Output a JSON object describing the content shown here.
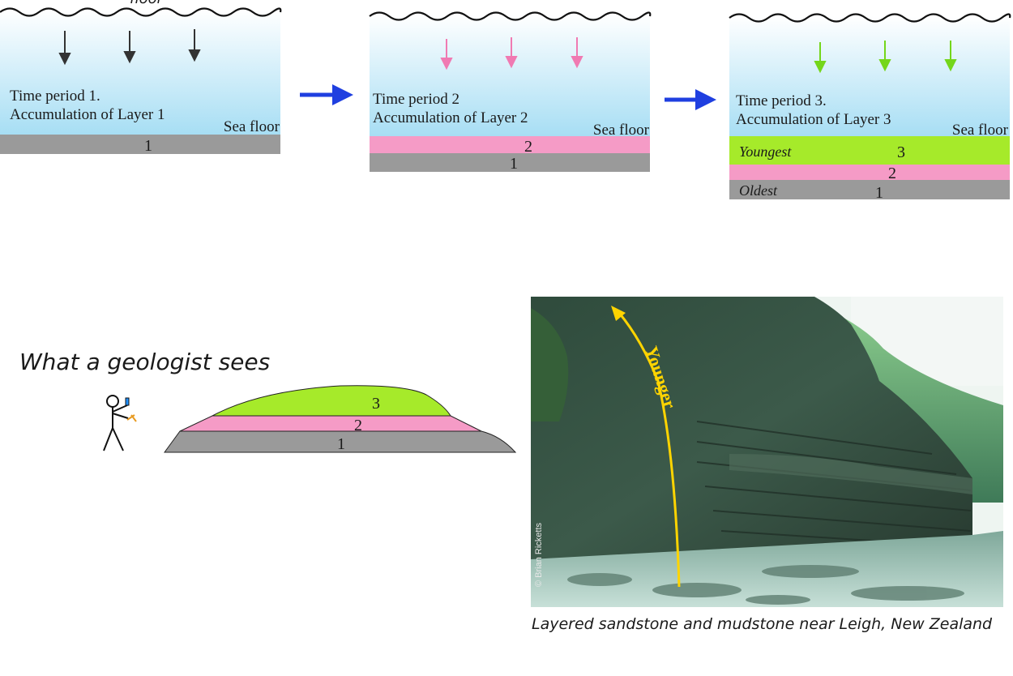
{
  "panels": [
    {
      "caption_line1": "Time period 1.",
      "caption_line2": "Accumulation of Layer 1",
      "sea_floor": "Sea floor",
      "layer_labels": [
        "1"
      ]
    },
    {
      "caption_line1": "Time period 2",
      "caption_line2": "Accumulation of Layer 2",
      "sea_floor": "Sea floor",
      "layer_labels": [
        "2",
        "1"
      ]
    },
    {
      "caption_line1": "Time period 3.",
      "caption_line2": "Accumulation of Layer 3",
      "sea_floor": "Sea floor",
      "layer_labels": [
        "3",
        "2",
        "1"
      ],
      "youngest": "Youngest",
      "oldest": "Oldest"
    }
  ],
  "partial_top_text": "floor",
  "geologist": {
    "title": "What a geologist sees",
    "layer_labels": [
      "3",
      "2",
      "1"
    ]
  },
  "photo": {
    "arrow_label": "Younger",
    "credit": "© Brian Ricketts",
    "caption": "Layered sandstone and mudstone near Leigh, New Zealand"
  },
  "colors": {
    "layer1": "#9a9a9a",
    "layer2": "#f59bc6",
    "layer3": "#a6ea2a",
    "arrow_blue": "#1f3fe0",
    "water_top": "#ffffff",
    "water_bottom": "#9fdcf3",
    "younger_arrow": "#ffd400"
  }
}
